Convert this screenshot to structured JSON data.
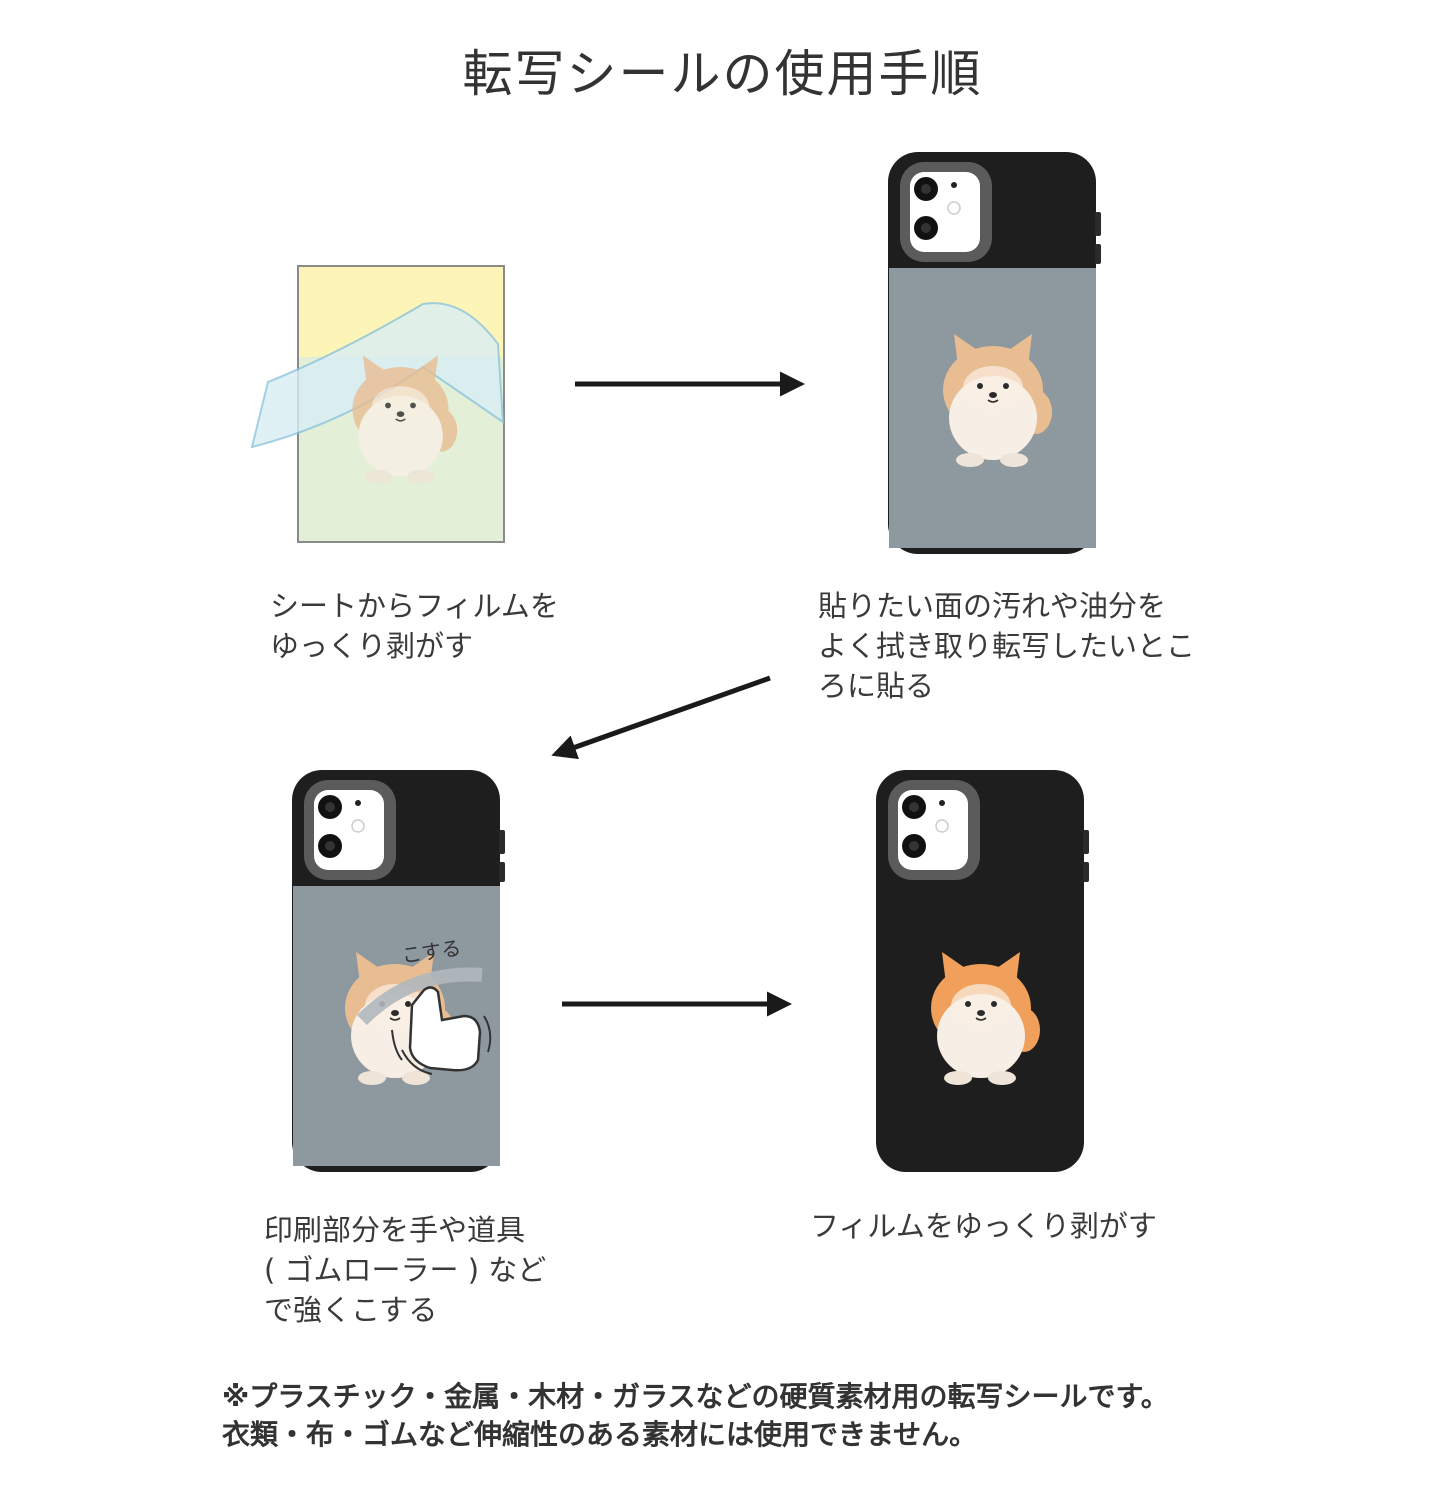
{
  "title": "転写シールの使用手順",
  "steps": [
    {
      "caption": "シートからフィルムを\nゆっくり剥がす"
    },
    {
      "caption": "貼りたい面の汚れや油分を\nよく拭き取り転写したいとこ\nろに貼る"
    },
    {
      "caption": "印刷部分を手や道具\n( ゴムローラー ) など\nで強くこする",
      "rub_label": "こする"
    },
    {
      "caption": "フィルムをゆっくり剥がす"
    }
  ],
  "note": {
    "line1": "※プラスチック・金属・木材・ガラスなどの硬質素材用の転写シールです。",
    "line2": "衣類・布・ゴムなど伸縮性のある素材には使用できません。"
  },
  "colors": {
    "case_black": "#1e1e1e",
    "film_gray": "#8e989f",
    "sheet_yellow": "#fdf5b7",
    "sheet_green": "#e3f0d7",
    "fur_orange": "#f0a05a",
    "fur_pale": "#e9bd92",
    "arrow": "#1a1a1a"
  }
}
